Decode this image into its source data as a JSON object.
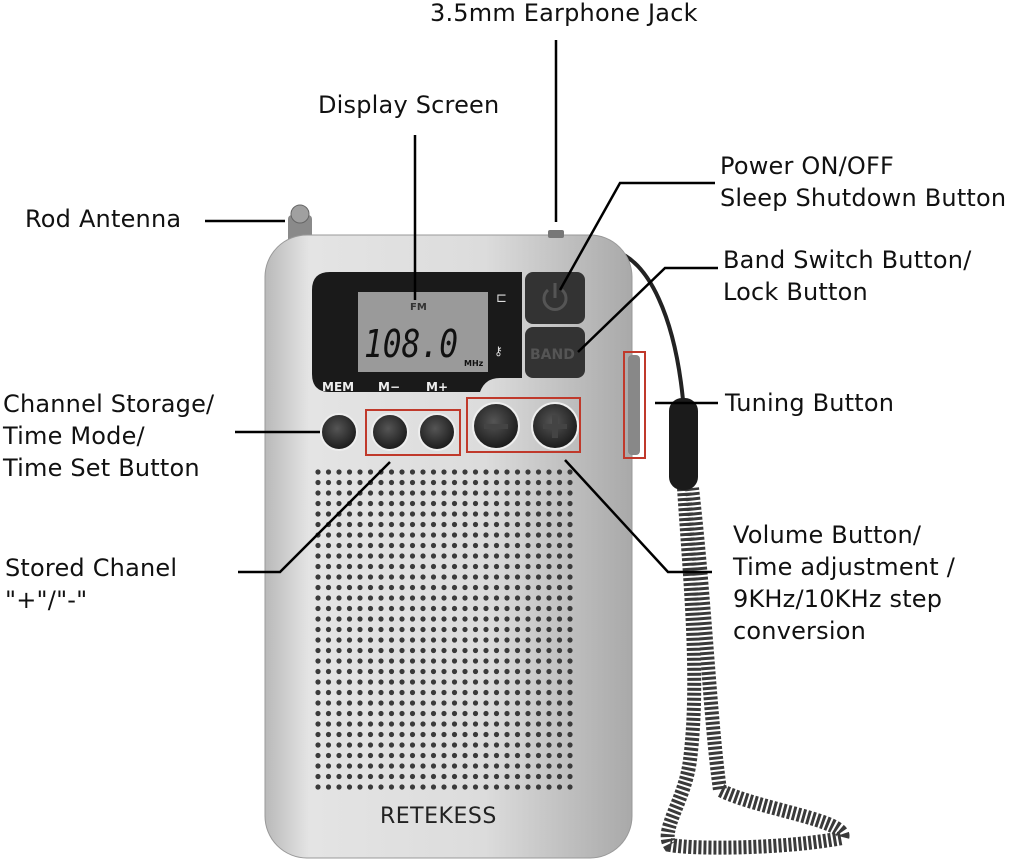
{
  "labels": {
    "earphone_jack": "3.5mm Earphone Jack",
    "display_screen": "Display Screen",
    "rod_antenna": "Rod Antenna",
    "power": [
      "Power ON/OFF",
      "Sleep Shutdown Button"
    ],
    "band": [
      "Band Switch Button/",
      "Lock Button"
    ],
    "tuning": "Tuning Button",
    "channel_storage": [
      "Channel Storage/",
      "Time Mode/",
      "Time Set Button"
    ],
    "stored_channel": [
      "Stored Chanel",
      "\"+\"/\"-\""
    ],
    "volume": [
      "Volume Button/",
      "Time adjustment /",
      "9KHz/10KHz step",
      "conversion"
    ]
  },
  "radio": {
    "display": {
      "band": "FM",
      "frequency": "108.0",
      "unit": "MHz"
    },
    "button_labels": {
      "mem": "MEM",
      "m_minus": "M−",
      "m_plus": "M+",
      "band": "BAND"
    },
    "brand": "RETEKESS"
  },
  "colors": {
    "highlight_box": "#c0392b",
    "body": "#d8d8d8",
    "panel": "#1a1a1a",
    "lcd": "#9a9a9a"
  }
}
